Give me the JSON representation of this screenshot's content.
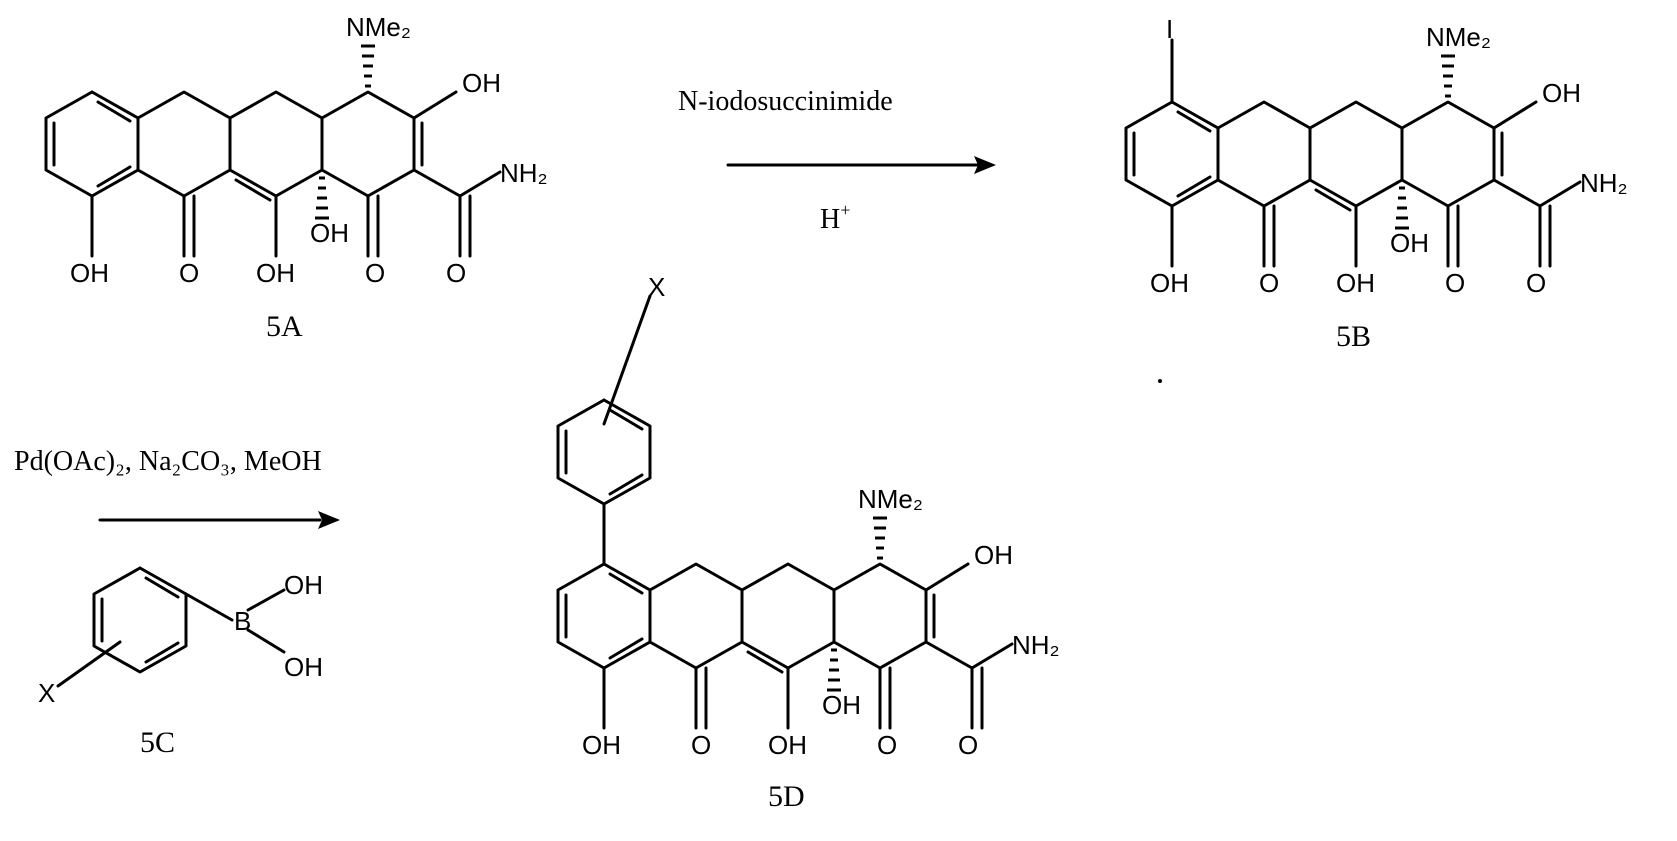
{
  "compounds": {
    "c5a": {
      "label": "5A"
    },
    "c5b": {
      "label": "5B"
    },
    "c5c": {
      "label": "5C"
    },
    "c5d": {
      "label": "5D"
    }
  },
  "reactions": {
    "step1": {
      "reagent": "N-iodosuccinimide",
      "catalyst": "H",
      "catalyst_sup": "+"
    },
    "step2": {
      "reagent": "Pd(OAc)₂, Na₂CO₃, MeOH"
    }
  },
  "atoms": {
    "oh": "OH",
    "o": "O",
    "nh2": "NH₂",
    "nme2": "NMe₂",
    "iodo": "I",
    "x": "X",
    "boron": "B"
  },
  "colors": {
    "ink": "#000000",
    "background": "#ffffff"
  }
}
